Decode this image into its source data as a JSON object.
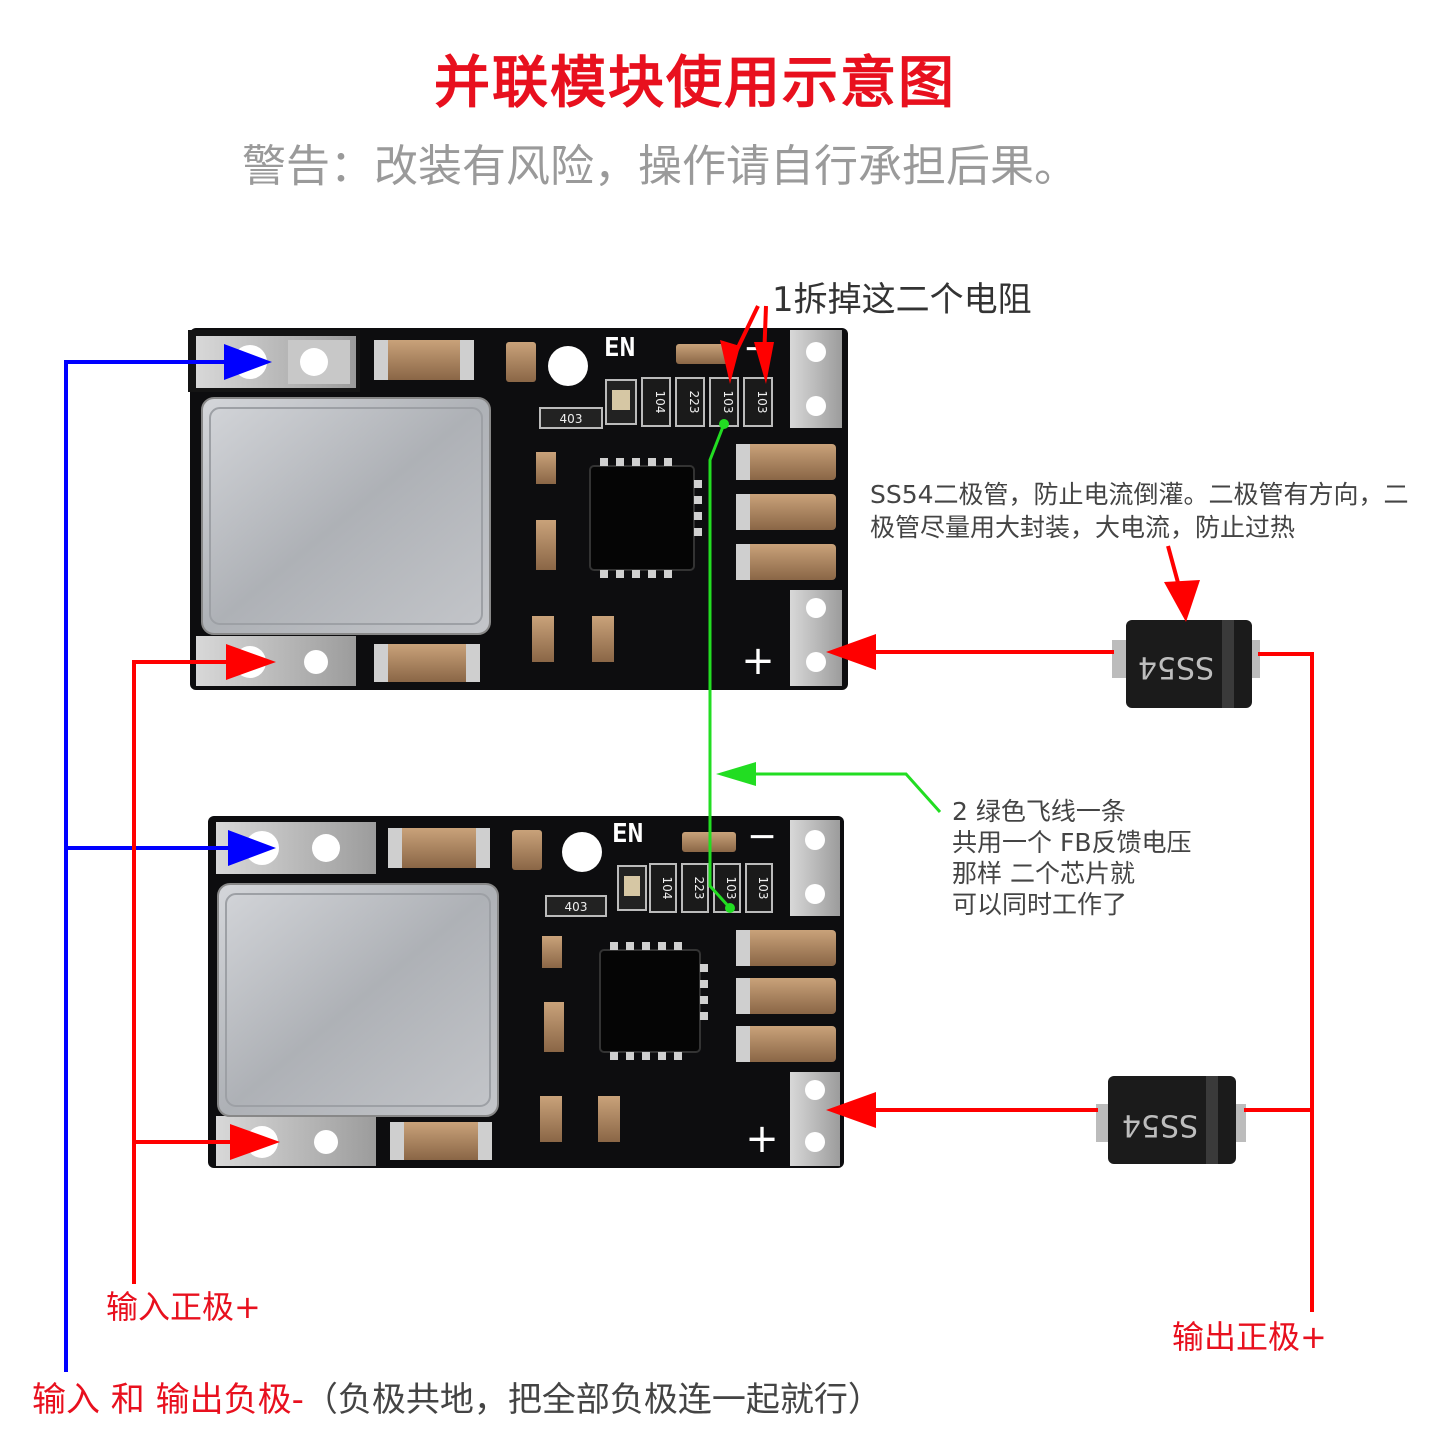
{
  "title": "并联模块使用示意图",
  "warning": "警告：改装有风险，操作请自行承担后果。",
  "note_resistors": "1拆掉这二个电阻",
  "note_diode": "SS54二极管，防止电流倒灌。二极管有方向，二极管尽量用大封装，大电流，防止过热",
  "note_fb": [
    "2  绿色飞线一条",
    "共用一个  FB反馈电压",
    "那样  二个芯片就",
    "可以同时工作了"
  ],
  "label_input_positive": "输入正极+",
  "label_output_positive": "输出正极+",
  "label_ground": "输入  和  输出负极-",
  "label_ground_note": "（负极共地，把全部负极连一起就行）",
  "board": {
    "en_label": "EN",
    "minus": "−",
    "plus": "+",
    "resistors": [
      "104",
      "223",
      "103",
      "103"
    ],
    "small_part": "403"
  },
  "diode_label": "SS54",
  "colors": {
    "title": "#e8101e",
    "wire_positive": "#ff0000",
    "wire_negative": "#0000ff",
    "wire_feedback": "#22dd22",
    "pcb": "#0d0d0f"
  }
}
